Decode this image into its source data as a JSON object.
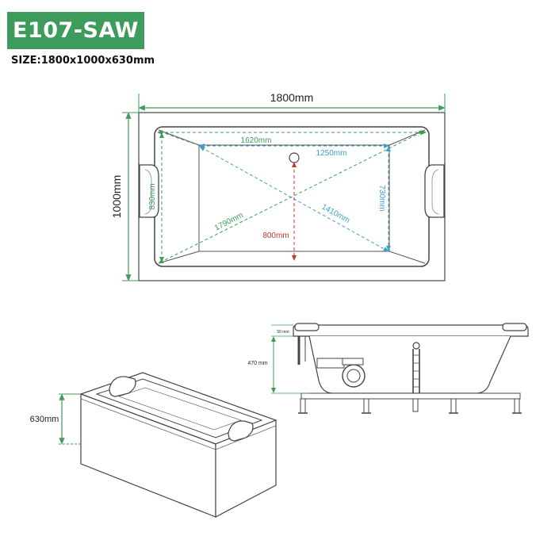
{
  "header": {
    "model": "E107-SAW",
    "size": "SIZE:1800x1000x630mm"
  },
  "top_view": {
    "width_label": "1800mm",
    "height_label": "1000mm",
    "inner_length": "1620mm",
    "inner_bottom": "1250mm",
    "inner_depth_side": "830mm",
    "inner_bottom_side": "730mm",
    "diagonal_long": "1790mm",
    "diagonal_short": "1410mm",
    "drain_offset": "800mm"
  },
  "iso_view": {
    "height_label": "630mm"
  },
  "side_view": {
    "rim_label": "50 mm",
    "depth_label": "470 mm"
  },
  "colors": {
    "green": "#3d9b5c",
    "blue": "#3aa0c8",
    "red": "#c0392b",
    "line": "#333333"
  }
}
